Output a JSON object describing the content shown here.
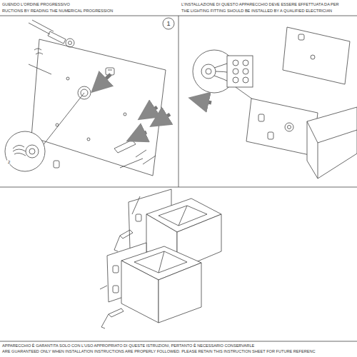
{
  "diagram": {
    "labels": [
      "GUENDO L'ORDINE PROGRESSIVO",
      "RUCTIONS BY READING THE NUMERICAL PROGRESSION",
      "L'INSTALLAZIONE DI QUESTO APPARECCHIO DEVE ESSERE EFFETTUATA DA PER",
      "THE LIGHTING FITTING SHOULD BE INSTALLED BY A QUALIFIED ELECTRICIAN",
      "1",
      "2",
      "APPARECCHIO È GARANTITA SOLO CON L'USO APPROPRIATO DI QUESTE ISTRUZIONI, PERTANTO È NECESSARIO CONSERVARLE",
      "ARE GUARANTEED ONLY WHEN INSTALLATION INSTRUCTIONS ARE PROPERLY FOLLOWED. PLEASE RETAIN THIS INSTRUCTION SHEET FOR FUTURE REFERENC"
    ]
  }
}
